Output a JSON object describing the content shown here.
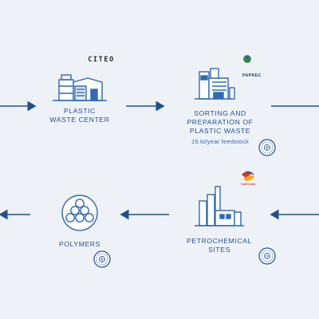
{
  "nodes": {
    "plastic_waste_center": {
      "label_line1": "PLASTIC",
      "label_line2": "WASTE CENTER",
      "logo": "CITEO"
    },
    "sorting": {
      "label_line1": "SORTING AND",
      "label_line2": "PREPARATION OF",
      "label_line3": "PLASTIC WASTE",
      "capacity": "15 kt/year feedstock",
      "logo": "PAPREC"
    },
    "petrochemical": {
      "label_line1": "PETROCHEMICAL",
      "label_line2": "SITES",
      "logo": "TotalEnergies"
    },
    "polymers": {
      "label": "POLYMERS"
    }
  },
  "icons": {
    "building": "factory-building-icon",
    "plant": "sorting-plant-icon",
    "refinery": "refinery-icon",
    "pellets": "polymer-pellets-icon",
    "certification": "certification-seal-icon",
    "arrow": "flow-arrow-icon"
  },
  "colors": {
    "background": "#eef2f7",
    "primary": "#1f4f93",
    "accent": "#2f69b8"
  }
}
